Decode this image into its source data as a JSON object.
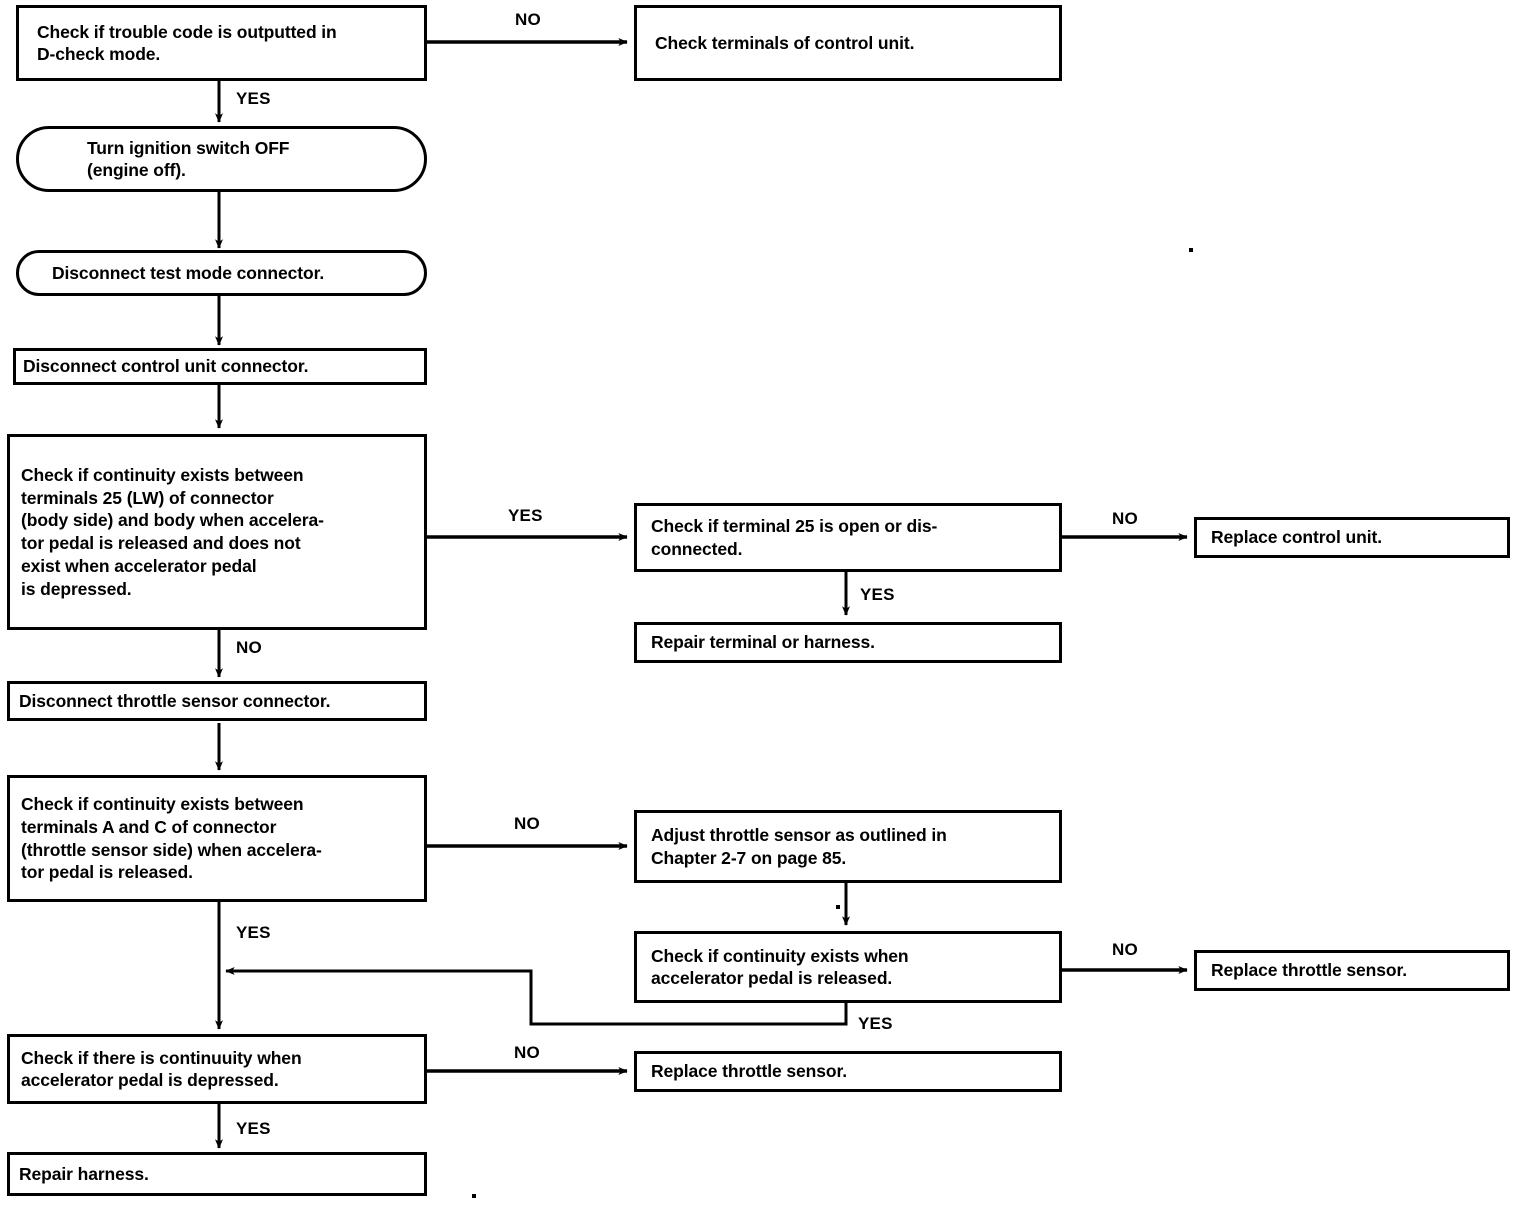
{
  "diagram": {
    "title": "Throttle sensor / control unit trouble-code diagnostic flowchart",
    "type": "flowchart",
    "line_color": "#000000",
    "fill_color": "#ffffff",
    "nodes": [
      {
        "id": "n1",
        "shape": "rect",
        "text": "Check if trouble code is outputted in\nD-check mode."
      },
      {
        "id": "n2",
        "shape": "rect",
        "text": "Check terminals of control unit."
      },
      {
        "id": "n3",
        "shape": "stadium",
        "text": "Turn ignition switch OFF\n(engine off)."
      },
      {
        "id": "n4",
        "shape": "stadium",
        "text": "Disconnect test mode connector."
      },
      {
        "id": "n5",
        "shape": "rect",
        "text": "Disconnect control unit connector."
      },
      {
        "id": "n6",
        "shape": "rect",
        "text": "Check if continuity exists between\nterminals 25 (LW) of connector\n(body side) and body when accelera-\ntor pedal is released and does not\nexist when accelerator pedal\nis depressed."
      },
      {
        "id": "n7",
        "shape": "rect",
        "text": "Check if terminal 25 is open or dis-\nconnected."
      },
      {
        "id": "n8",
        "shape": "rect",
        "text": "Replace control unit."
      },
      {
        "id": "n9",
        "shape": "rect",
        "text": "Repair terminal or harness."
      },
      {
        "id": "n10",
        "shape": "rect",
        "text": "Disconnect throttle sensor connector."
      },
      {
        "id": "n11",
        "shape": "rect",
        "text": "Check if continuity exists between\nterminals A and C of connector\n(throttle sensor side) when accelera-\ntor pedal is released."
      },
      {
        "id": "n12",
        "shape": "rect",
        "text": "Adjust throttle sensor as outlined in\nChapter 2-7 on page 85."
      },
      {
        "id": "n13",
        "shape": "rect",
        "text": "Check if continuity exists when\naccelerator pedal is released."
      },
      {
        "id": "n14",
        "shape": "rect",
        "text": "Replace throttle sensor."
      },
      {
        "id": "n15",
        "shape": "rect",
        "text": "Check if there is continuuity when\naccelerator pedal is depressed."
      },
      {
        "id": "n16",
        "shape": "rect",
        "text": "Replace throttle sensor."
      },
      {
        "id": "n17",
        "shape": "rect",
        "text": "Repair harness."
      }
    ],
    "edges": [
      {
        "id": "e1",
        "from": "n1",
        "to": "n2",
        "label": "NO"
      },
      {
        "id": "e2",
        "from": "n1",
        "to": "n3",
        "label": "YES"
      },
      {
        "id": "e3",
        "from": "n3",
        "to": "n4",
        "label": ""
      },
      {
        "id": "e4",
        "from": "n4",
        "to": "n5",
        "label": ""
      },
      {
        "id": "e5",
        "from": "n5",
        "to": "n6",
        "label": ""
      },
      {
        "id": "e6",
        "from": "n6",
        "to": "n7",
        "label": "YES"
      },
      {
        "id": "e7",
        "from": "n6",
        "to": "n10",
        "label": "NO"
      },
      {
        "id": "e8",
        "from": "n7",
        "to": "n8",
        "label": "NO"
      },
      {
        "id": "e9",
        "from": "n7",
        "to": "n9",
        "label": "YES"
      },
      {
        "id": "e10",
        "from": "n10",
        "to": "n11",
        "label": ""
      },
      {
        "id": "e11",
        "from": "n11",
        "to": "n12",
        "label": "NO"
      },
      {
        "id": "e12",
        "from": "n11",
        "to": "n15",
        "label": "YES"
      },
      {
        "id": "e13",
        "from": "n12",
        "to": "n13",
        "label": ""
      },
      {
        "id": "e14",
        "from": "n13",
        "to": "n14",
        "label": "NO"
      },
      {
        "id": "e15",
        "from": "n13",
        "to": "n15",
        "label": "YES"
      },
      {
        "id": "e16",
        "from": "n15",
        "to": "n16",
        "label": "NO"
      },
      {
        "id": "e17",
        "from": "n15",
        "to": "n17",
        "label": "YES"
      }
    ],
    "edge_labels": {
      "l1": "NO",
      "l2": "YES",
      "l3": "YES",
      "l4": "NO",
      "l5": "NO",
      "l6": "YES",
      "l7": "NO",
      "l8": "YES",
      "l9": "NO",
      "l10": "YES",
      "l11": "NO",
      "l12": "YES"
    }
  }
}
